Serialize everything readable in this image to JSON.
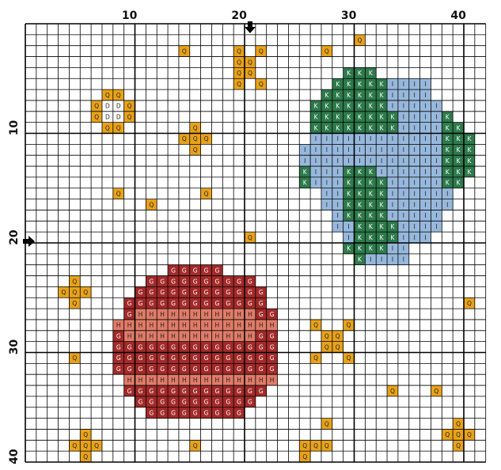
{
  "title": "",
  "axis": {
    "x_ticks": [
      "10",
      "20",
      "30",
      "40"
    ],
    "y_ticks": [
      "10",
      "20",
      "30",
      "40"
    ],
    "x_tick_values": [
      10,
      20,
      30,
      40
    ],
    "y_tick_values": [
      10,
      20,
      30,
      40
    ],
    "center_col": 21,
    "center_row": 20,
    "columns": 42,
    "rows": 40
  },
  "colors": {
    "Q": "#e8a21a",
    "D": "#ffffff",
    "K": "#2e7a4c",
    "I": "#97b8dc",
    "G": "#a32a2a",
    "H": "#e07b68"
  },
  "pattern_rows": [
    "..........................................",
    "..............................Q...........",
    "..............Q....Q.Q.....Q..............",
    "...................QQ.....................",
    "...................QQ........KKK..........",
    "...................Q.Q......KKKKKIIII.....",
    ".......QQ..................KKKKKKIIII.....",
    "......QDDQ................KKKKKKKIIIII....",
    "......QDDQ................KKKKKKKKIIIIK...",
    ".......QQ......Q..........KKKKKKKKIIIIKK..",
    "..............QQQ.........IIIIIIIIIIIIKKK.",
    "...............Q.........IIIIIIIIIIIIIKKK.",
    ".........................IIIIIIIIIIIIIKKK.",
    ".........................KIIIKKKIIIIIIKKK.",
    ".........................KIIIKKKKIIIIIKK..",
    "........Q.......Q..........IIKKKKIIIIII...",
    "...........Q...............IIKKKKIIIIII...",
    "............................IKKKKIIIII....",
    "............................IIKKKKIIII....",
    "....................Q........IKKKKIII.....",
    ".............................KKKKII.......",
    "..............................KIIII.......",
    ".............GGGGG........................",
    "....Q......GGGGGGGGGG.....................",
    "...QQQ....GGGGGGGGGGGG....................",
    "....Q....GGGGGGGGGGGGG..................Q.",
    ".........GHHHHHHHHHHHGG...................",
    "........HHHHHHHHHHHHHHH...Q..Q............",
    "........GHHHHHHHHHHHHGG....QQ.............",
    "........GGGGGGGGGGGGGGG....QQ.............",
    "....Q...GGGGGGGGGGGGGGG...Q..Q............",
    "........GGGGGGGGGGGGGGG...................",
    ".........HHHHHHHHHHHHHH...................",
    ".........GGGGGGGGGGGGG...........Q...Q....",
    "..........GGGGGGGGGGG.....................",
    "...........GGGGGGGGG......................",
    "...........................Q...........Q..",
    ".....Q................................QQQ.",
    "....QQQ........Q.........QQQ...........Q..",
    ".....Q...................Q..............."
  ],
  "markers": {
    "top_arrow": "⬇",
    "left_arrow": "➔"
  }
}
